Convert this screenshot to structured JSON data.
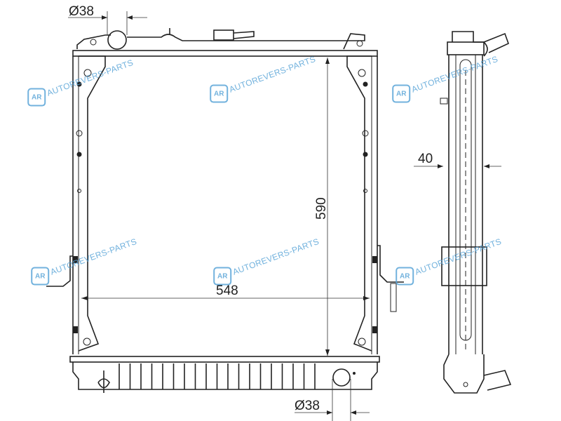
{
  "drawing": {
    "top_inlet_label": "Ø38",
    "bottom_outlet_label": "Ø38",
    "height_label": "590",
    "width_label": "548",
    "depth_label": "40"
  },
  "watermark": {
    "logo_text": "AR",
    "text": "AUTOREVERS-PARTS"
  },
  "colors": {
    "line": "#222222",
    "watermark": "#5aa5d8"
  }
}
